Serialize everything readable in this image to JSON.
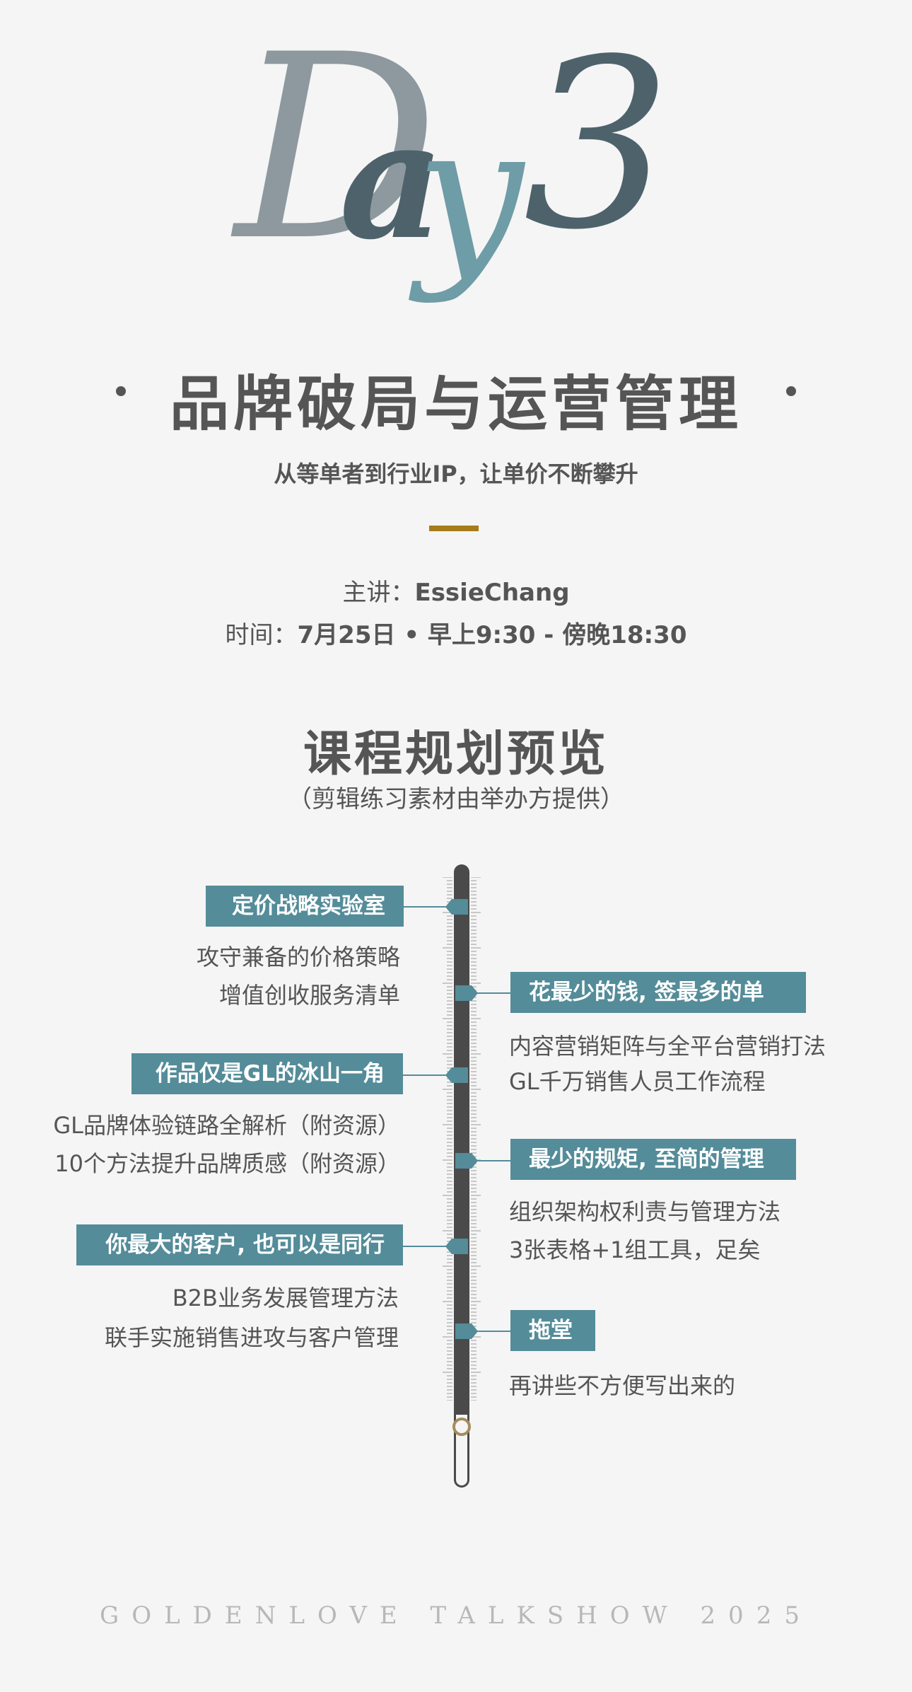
{
  "hero": {
    "d": "D",
    "a": "a",
    "y": "y",
    "three": "3"
  },
  "title": "品牌破局与运营管理",
  "subtitle": "从等单者到行业IP，让单价不断攀升",
  "speaker": {
    "label": "主讲：",
    "name": "EssieChang"
  },
  "time": {
    "label": "时间：",
    "value": "7月25日 • 早上9:30 - 傍晚18:30"
  },
  "plan": {
    "title": "课程规划预览",
    "subtitle": "（剪辑练习素材由举办方提供）"
  },
  "modules": [
    {
      "tag": "定价战略实验室",
      "lines": [
        "攻守兼备的价格策略",
        "增值创收服务清单"
      ]
    },
    {
      "tag": "花最少的钱, 签最多的单",
      "lines": [
        "内容营销矩阵与全平台营销打法",
        "GL千万销售人员工作流程"
      ]
    },
    {
      "tag": "作品仅是GL的冰山一角",
      "lines": [
        "GL品牌体验链路全解析（附资源）",
        "10个方法提升品牌质感（附资源）"
      ]
    },
    {
      "tag": "最少的规矩, 至简的管理",
      "lines": [
        "组织架构权利责与管理方法",
        "3张表格+1组工具，足矣"
      ]
    },
    {
      "tag": "你最大的客户, 也可以是同行",
      "lines": [
        "B2B业务发展管理方法",
        "联手实施销售进攻与客户管理"
      ]
    },
    {
      "tag": "拖堂",
      "lines": [
        "再讲些不方便写出来的"
      ]
    }
  ],
  "footer": "GOLDENLOVE TALKSHOW 2025",
  "colors": {
    "accent": "#548c99",
    "gold": "#a67c1a",
    "text": "#555555",
    "background": "#f5f5f5"
  }
}
